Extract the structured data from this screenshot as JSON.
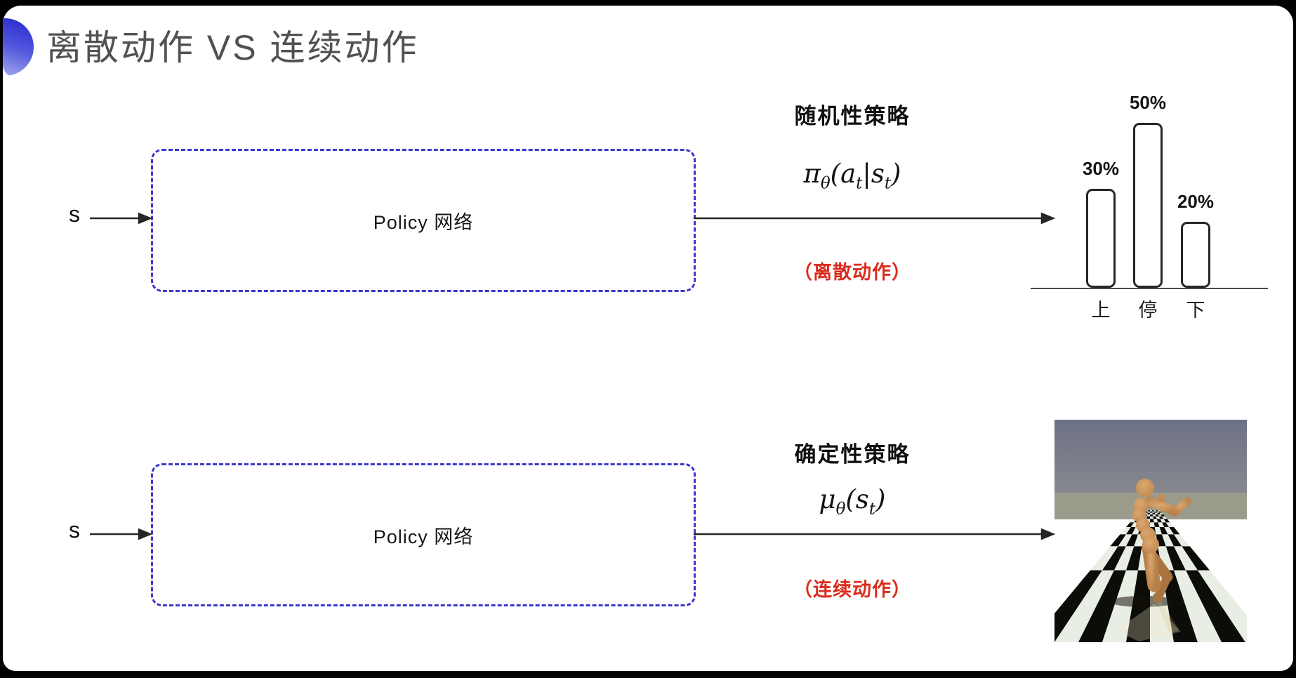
{
  "title": "离散动作 VS 连续动作",
  "colors": {
    "accent_blue": "#3b38cb",
    "note_red": "#da2c1d",
    "title_gray": "#515151"
  },
  "rows": [
    {
      "input_label": "s",
      "box_label": "Policy 网络",
      "policy_type": "随机性策略",
      "formula": "π_θ(a_t|s_t)",
      "action_note": "（离散动作）"
    },
    {
      "input_label": "s",
      "box_label": "Policy 网络",
      "policy_type": "确定性策略",
      "formula": "μ_θ(s_t)",
      "action_note": "（连续动作）"
    }
  ],
  "chart_data": {
    "type": "bar",
    "title": "",
    "categories": [
      "上",
      "停",
      "下"
    ],
    "values": [
      30,
      50,
      20
    ],
    "value_labels": [
      "30%",
      "50%",
      "20%"
    ],
    "ylim": [
      0,
      55
    ],
    "grid": false,
    "legend": "none",
    "bar_style": "outlined-white-rounded"
  }
}
